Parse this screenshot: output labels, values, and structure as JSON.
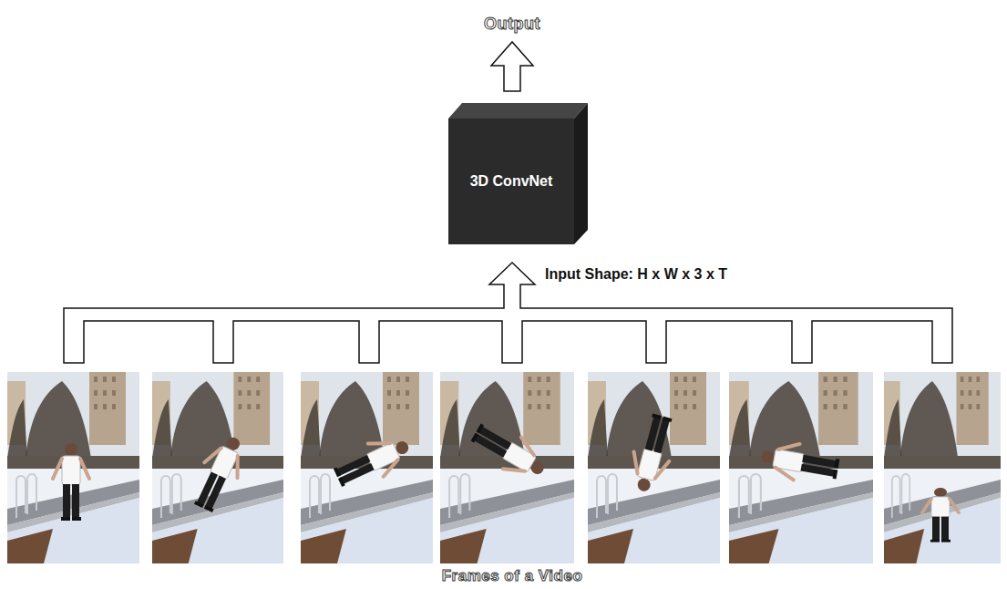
{
  "diagram": {
    "caption": "Frames of a Video",
    "nodes": [
      {
        "text": [
          "3D ConvNet"
        ]
      }
    ],
    "labels": [
      "Output",
      "Input Shape: H x W x 3 x T"
    ]
  }
}
